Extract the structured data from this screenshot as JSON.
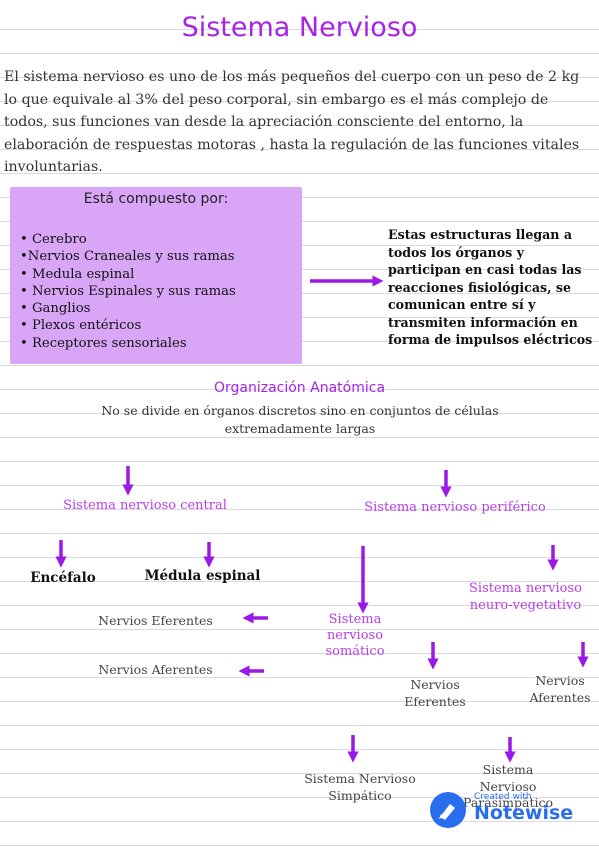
{
  "title": "Sistema Nervioso",
  "intro": "El sistema nervioso es uno de los más pequeños del cuerpo con un peso de 2 kg lo que equivale al 3% del peso corporal, sin embargo es el más complejo de todos, sus funciones van desde la apreciación consciente del entorno, la elaboración de respuestas motoras , hasta la regulación de las funciones vitales involuntarias.",
  "composition": {
    "title": "Está compuesto por:",
    "items": [
      "• Cerebro",
      "•Nervios Craneales y sus ramas",
      "• Medula espinal",
      "• Nervios Espinales y sus ramas",
      "• Ganglios",
      "• Plexos entéricos",
      "• Receptores sensoriales"
    ]
  },
  "structures_text": "Estas estructuras llegan a todos los órganos y participan en casi todas las reacciones fisiológicas, se comunican entre sí y transmiten información en forma de impulsos eléctricos",
  "organization": {
    "title": "Organización Anatómica",
    "description": "No se divide en órganos discretos sino en conjuntos de células extremadamente largas",
    "central": "Sistema nervioso central",
    "peripheral": "Sistema nervioso periférico",
    "encephalon": "Encéfalo",
    "spinal_cord": "Médula espinal",
    "efferent_left": "Nervios Eferentes",
    "afferent_left": "Nervios Aferentes",
    "somatic": "Sistema nervioso somático",
    "neurovegetative": "Sistema nervioso neuro-vegetativo",
    "efferent_right": "Nervios Eferentes",
    "afferent_right": "Nervios Aferentes",
    "sympathetic": "Sistema Nervioso Simpático",
    "parasympathetic": "Sistema Nervioso Parasimpático"
  },
  "watermark": {
    "small": "Created with",
    "big": "Notewise"
  },
  "colors": {
    "title": "#a624e6",
    "box": "#d9a6f7",
    "arrow": "#9b19e6",
    "logo": "#2a6ef0"
  }
}
